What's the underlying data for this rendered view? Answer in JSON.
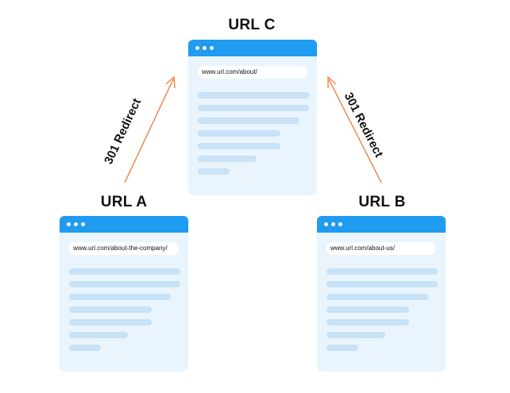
{
  "nodes": {
    "url_c": {
      "title": "URL C",
      "url": "www.url.com/about/"
    },
    "url_a": {
      "title": "URL A",
      "url": "www.url.com/about-the-company/"
    },
    "url_b": {
      "title": "URL B",
      "url": "www.url.com/about-us/"
    }
  },
  "edges": [
    {
      "from": "URL A",
      "to": "URL C",
      "label": "301 Redirect"
    },
    {
      "from": "URL B",
      "to": "URL C",
      "label": "301 Redirect"
    }
  ],
  "colors": {
    "arrow": "#ef8a52",
    "window_bar": "#1f9bf0",
    "window_body": "#eaf4fc",
    "placeholder_line": "#c8e2f7"
  }
}
